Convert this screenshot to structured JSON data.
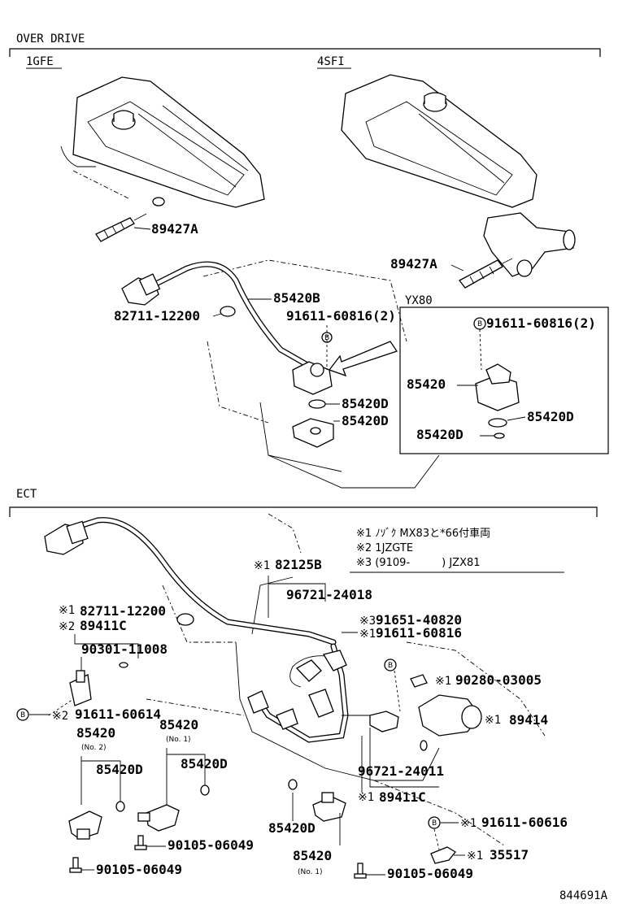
{
  "sections": {
    "overdrive": {
      "title": "OVER DRIVE",
      "engine_left": "1GFE",
      "engine_right": "4SFI",
      "inset_title": "YX80"
    },
    "ect": {
      "title": "ECT"
    }
  },
  "labels": {
    "od_89427a_left": "89427A",
    "od_89427a_right": "89427A",
    "od_85420b": "85420B",
    "od_82711_12200": "82711-12200",
    "od_91611_60816": "91611-60816(2)",
    "od_85420d_1": "85420D",
    "od_85420d_2": "85420D",
    "yx_91611_60816": "91611-60816(2)",
    "yx_85420": "85420",
    "yx_85420d_1": "85420D",
    "yx_85420d_2": "85420D",
    "ect_82125b": "82125B",
    "ect_96721_24018": "96721-24018",
    "ect_82711_12200": "82711-12200",
    "ect_89411c_top": "89411C",
    "ect_90301_11008": "90301-11008",
    "ect_91651_40820": "91651-40820",
    "ect_91611_60816": "91611-60816",
    "ect_90280_03005": "90280-03005",
    "ect_89414": "89414",
    "ect_91611_60614": "91611-60614",
    "ect_85420_no2": "85420",
    "ect_no2_sub": "(No. 2)",
    "ect_85420_no1": "85420",
    "ect_no1_sub": "(No. 1)",
    "ect_85420d_left": "85420D",
    "ect_85420d_mid": "85420D",
    "ect_96721_24011": "96721-24011",
    "ect_89411c_bottom": "89411C",
    "ect_91611_60616": "91611-60616",
    "ect_85420d_bottom": "85420D",
    "ect_85420_bottom": "85420",
    "ect_no1_bottom_sub": "(No. 1)",
    "ect_35517": "35517",
    "ect_90105_06049_a": "90105-06049",
    "ect_90105_06049_b": "90105-06049",
    "ect_90105_06049_c": "90105-06049"
  },
  "markers": {
    "m1": "※1",
    "m2": "※2",
    "m3": "※3",
    "bolt_b": "B"
  },
  "notes": {
    "n1": "※1 ﾉｿﾞｸ MX83と*66付車両",
    "n2": "※2 1JZGTE",
    "n3": "※3 (9109-　　　) JZX81"
  },
  "footer": {
    "code": "844691A"
  }
}
